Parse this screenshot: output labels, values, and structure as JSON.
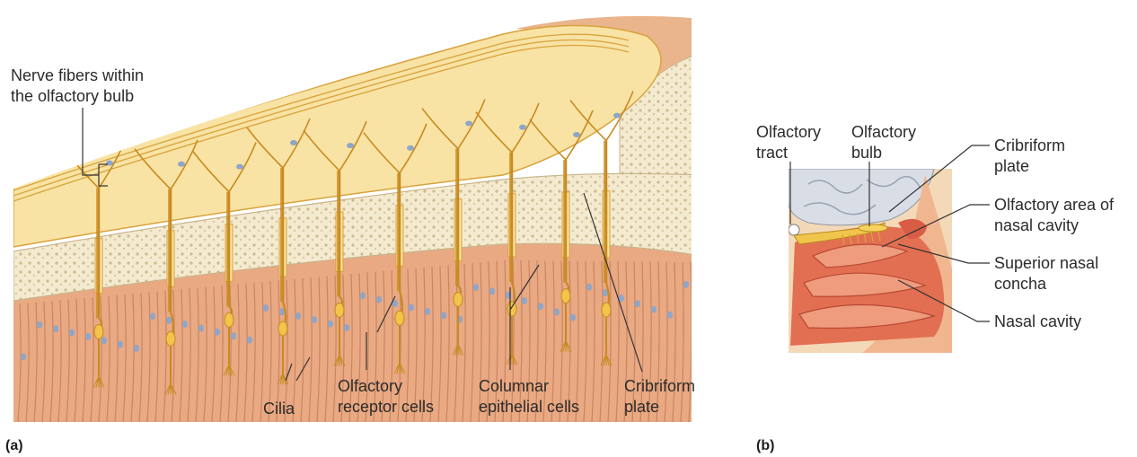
{
  "panel_a": {
    "tag": "(a)",
    "labels": {
      "nerve_fibers": [
        "Nerve fibers within",
        "the olfactory bulb"
      ],
      "cilia": [
        "Cilia"
      ],
      "olfactory_receptor_cells": [
        "Olfactory",
        "receptor cells"
      ],
      "columnar_epithelial_cells": [
        "Columnar",
        "epithelial cells"
      ],
      "cribriform_plate": [
        "Cribriform",
        "plate"
      ]
    }
  },
  "panel_b": {
    "tag": "(b)",
    "labels": {
      "olfactory_tract": [
        "Olfactory",
        "tract"
      ],
      "olfactory_bulb": [
        "Olfactory",
        "bulb"
      ],
      "cribriform_plate": [
        "Cribriform",
        "plate"
      ],
      "olfactory_area": [
        "Olfactory area of",
        "nasal cavity"
      ],
      "superior_nasal_concha": [
        "Superior nasal",
        "concha"
      ],
      "nasal_cavity": [
        "Nasal cavity"
      ]
    }
  },
  "colors": {
    "bulb": "#f8e3a4",
    "bulb_edge": "#d9a23c",
    "nerve": "#c98a1f",
    "bone": "#f4ecd2",
    "bone_spongy": "#e7dcbc",
    "mucosa": "#e8a983",
    "mucosa_dark": "#cd8460",
    "nucleus": "#8ea6c8",
    "brain": "#d9dde5",
    "nose_soft": "#f0b68f",
    "nose_cavity": "#e26f52",
    "leader": "#333333"
  }
}
